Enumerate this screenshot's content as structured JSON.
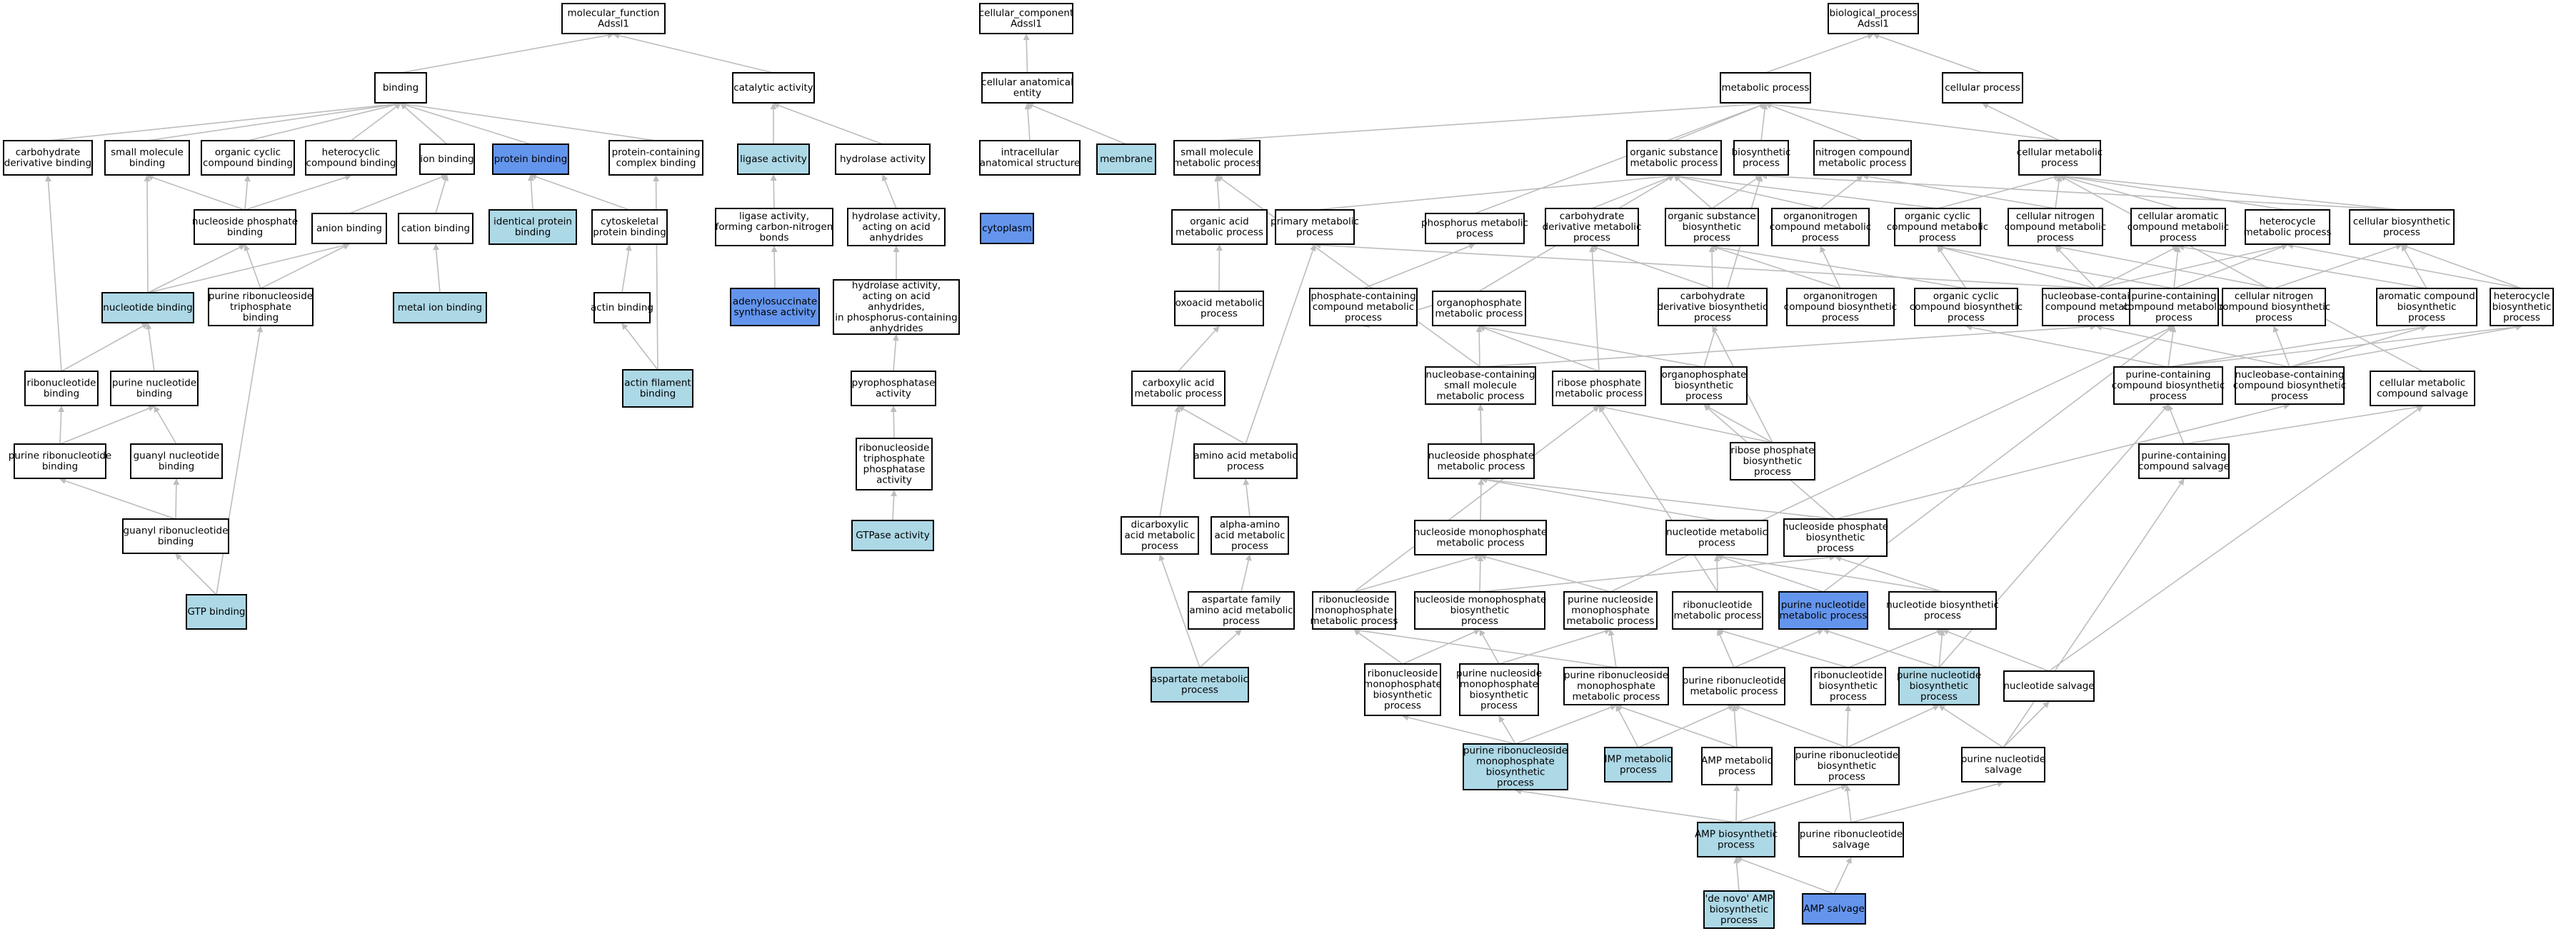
{
  "colors": {
    "plain": "#ffffff",
    "light": "#add8e6",
    "dark": "#6495ed",
    "edge": "#bdbdbd",
    "special_edge": "#0000cd"
  },
  "nodes": [
    {
      "id": "mf",
      "lines": [
        "molecular_function",
        "Adssl1"
      ],
      "fill": "plain"
    },
    {
      "id": "cc",
      "lines": [
        "cellular_component",
        "Adssl1"
      ],
      "fill": "plain"
    },
    {
      "id": "bp",
      "lines": [
        "biological_process",
        "Adssl1"
      ],
      "fill": "plain"
    },
    {
      "id": "binding",
      "lines": [
        "binding"
      ],
      "fill": "plain"
    },
    {
      "id": "catalytic",
      "lines": [
        "catalytic activity"
      ],
      "fill": "plain"
    },
    {
      "id": "cae",
      "lines": [
        "cellular anatomical",
        "entity"
      ],
      "fill": "plain"
    },
    {
      "id": "metab",
      "lines": [
        "metabolic process"
      ],
      "fill": "plain"
    },
    {
      "id": "cellproc",
      "lines": [
        "cellular process"
      ],
      "fill": "plain"
    },
    {
      "id": "carbderivbind",
      "lines": [
        "carbohydrate",
        "derivative binding"
      ],
      "fill": "plain"
    },
    {
      "id": "smallmolbind",
      "lines": [
        "small molecule",
        "binding"
      ],
      "fill": "plain"
    },
    {
      "id": "orgcycbind",
      "lines": [
        "organic cyclic",
        "compound binding"
      ],
      "fill": "plain"
    },
    {
      "id": "hetbind",
      "lines": [
        "heterocyclic",
        "compound binding"
      ],
      "fill": "plain"
    },
    {
      "id": "ionbind",
      "lines": [
        "ion binding"
      ],
      "fill": "plain"
    },
    {
      "id": "protbind",
      "lines": [
        "protein binding"
      ],
      "fill": "dark"
    },
    {
      "id": "pccbind",
      "lines": [
        "protein-containing",
        "complex binding"
      ],
      "fill": "plain"
    },
    {
      "id": "ligase",
      "lines": [
        "ligase activity"
      ],
      "fill": "light"
    },
    {
      "id": "hydrolase",
      "lines": [
        "hydrolase activity"
      ],
      "fill": "plain"
    },
    {
      "id": "intracell",
      "lines": [
        "intracellular",
        "anatomical structure"
      ],
      "fill": "plain"
    },
    {
      "id": "membrane",
      "lines": [
        "membrane"
      ],
      "fill": "light"
    },
    {
      "id": "smallmolmet",
      "lines": [
        "small molecule",
        "metabolic process"
      ],
      "fill": "plain"
    },
    {
      "id": "orgsubmet",
      "lines": [
        "organic substance",
        "metabolic process"
      ],
      "fill": "plain"
    },
    {
      "id": "biosyn",
      "lines": [
        "biosynthetic",
        "process"
      ],
      "fill": "plain"
    },
    {
      "id": "nitromet",
      "lines": [
        "nitrogen compound",
        "metabolic process"
      ],
      "fill": "plain"
    },
    {
      "id": "cellmet",
      "lines": [
        "cellular metabolic",
        "process"
      ],
      "fill": "plain"
    },
    {
      "id": "nucphosbind",
      "lines": [
        "nucleoside phosphate",
        "binding"
      ],
      "fill": "plain"
    },
    {
      "id": "anionbind",
      "lines": [
        "anion binding"
      ],
      "fill": "plain"
    },
    {
      "id": "cationbind",
      "lines": [
        "cation binding"
      ],
      "fill": "plain"
    },
    {
      "id": "identprot",
      "lines": [
        "identical protein",
        "binding"
      ],
      "fill": "light"
    },
    {
      "id": "cytoskbind",
      "lines": [
        "cytoskeletal",
        "protein binding"
      ],
      "fill": "plain"
    },
    {
      "id": "ligaseCN",
      "lines": [
        "ligase activity,",
        "forming carbon-nitrogen",
        "bonds"
      ],
      "fill": "plain"
    },
    {
      "id": "hydroacid",
      "lines": [
        "hydrolase activity,",
        "acting on acid",
        "anhydrides"
      ],
      "fill": "plain"
    },
    {
      "id": "cytoplasm",
      "lines": [
        "cytoplasm"
      ],
      "fill": "dark"
    },
    {
      "id": "orgacidmet",
      "lines": [
        "organic acid",
        "metabolic process"
      ],
      "fill": "plain"
    },
    {
      "id": "primmet",
      "lines": [
        "primary metabolic",
        "process"
      ],
      "fill": "plain"
    },
    {
      "id": "phosphmet",
      "lines": [
        "phosphorus metabolic",
        "process"
      ],
      "fill": "plain"
    },
    {
      "id": "carbderivmet",
      "lines": [
        "carbohydrate",
        "derivative metabolic",
        "process"
      ],
      "fill": "plain"
    },
    {
      "id": "orgsubbio",
      "lines": [
        "organic substance",
        "biosynthetic",
        "process"
      ],
      "fill": "plain"
    },
    {
      "id": "orgnitmet",
      "lines": [
        "organonitrogen",
        "compound metabolic",
        "process"
      ],
      "fill": "plain"
    },
    {
      "id": "orgcycmet",
      "lines": [
        "organic cyclic",
        "compound metabolic",
        "process"
      ],
      "fill": "plain"
    },
    {
      "id": "cellnitmet",
      "lines": [
        "cellular nitrogen",
        "compound metabolic",
        "process"
      ],
      "fill": "plain"
    },
    {
      "id": "cellaromet",
      "lines": [
        "cellular aromatic",
        "compound metabolic",
        "process"
      ],
      "fill": "plain"
    },
    {
      "id": "hetcycmet",
      "lines": [
        "heterocycle",
        "metabolic process"
      ],
      "fill": "plain"
    },
    {
      "id": "cellbiosyn",
      "lines": [
        "cellular biosynthetic",
        "process"
      ],
      "fill": "plain"
    },
    {
      "id": "nucbind",
      "lines": [
        "nucleotide binding"
      ],
      "fill": "light"
    },
    {
      "id": "purribtribind",
      "lines": [
        "purine ribonucleoside",
        "triphosphate",
        "binding"
      ],
      "fill": "plain"
    },
    {
      "id": "metalion",
      "lines": [
        "metal ion binding"
      ],
      "fill": "light"
    },
    {
      "id": "actinbind",
      "lines": [
        "actin binding"
      ],
      "fill": "plain"
    },
    {
      "id": "adss",
      "lines": [
        "adenylosuccinate",
        "synthase activity"
      ],
      "fill": "dark"
    },
    {
      "id": "hydroacidP",
      "lines": [
        "hydrolase activity,",
        "acting on acid",
        "anhydrides,",
        "in phosphorus-containing",
        "anhydrides"
      ],
      "fill": "plain"
    },
    {
      "id": "oxoacid",
      "lines": [
        "oxoacid metabolic",
        "process"
      ],
      "fill": "plain"
    },
    {
      "id": "phoscontmet",
      "lines": [
        "phosphate-containing",
        "compound metabolic",
        "process"
      ],
      "fill": "plain"
    },
    {
      "id": "orgphosmet",
      "lines": [
        "organophosphate",
        "metabolic process"
      ],
      "fill": "plain"
    },
    {
      "id": "carbderivbio",
      "lines": [
        "carbohydrate",
        "derivative biosynthetic",
        "process"
      ],
      "fill": "plain"
    },
    {
      "id": "orgnitbio",
      "lines": [
        "organonitrogen",
        "compound biosynthetic",
        "process"
      ],
      "fill": "plain"
    },
    {
      "id": "orgcycbio",
      "lines": [
        "organic cyclic",
        "compound biosynthetic",
        "process"
      ],
      "fill": "plain"
    },
    {
      "id": "nucbasemet",
      "lines": [
        "nucleobase-containing",
        "compound metabolic",
        "process"
      ],
      "fill": "plain"
    },
    {
      "id": "purcontmet",
      "lines": [
        "purine-containing",
        "compound metabolic",
        "process"
      ],
      "fill": "plain"
    },
    {
      "id": "cellnitbio",
      "lines": [
        "cellular nitrogen",
        "compound biosynthetic",
        "process"
      ],
      "fill": "plain"
    },
    {
      "id": "arombio",
      "lines": [
        "aromatic compound",
        "biosynthetic",
        "process"
      ],
      "fill": "plain"
    },
    {
      "id": "hetcycbio",
      "lines": [
        "heterocycle",
        "biosynthetic",
        "process"
      ],
      "fill": "plain"
    },
    {
      "id": "ribbind",
      "lines": [
        "ribonucleotide",
        "binding"
      ],
      "fill": "plain"
    },
    {
      "id": "purnucbind",
      "lines": [
        "purine nucleotide",
        "binding"
      ],
      "fill": "plain"
    },
    {
      "id": "actinfil",
      "lines": [
        "actin filament",
        "binding"
      ],
      "fill": "light"
    },
    {
      "id": "pyrophos",
      "lines": [
        "pyrophosphatase",
        "activity"
      ],
      "fill": "plain"
    },
    {
      "id": "carboxmet",
      "lines": [
        "carboxylic acid",
        "metabolic process"
      ],
      "fill": "plain"
    },
    {
      "id": "nucbasesmall",
      "lines": [
        "nucleobase-containing",
        "small molecule",
        "metabolic process"
      ],
      "fill": "plain"
    },
    {
      "id": "ribphosmet",
      "lines": [
        "ribose phosphate",
        "metabolic process"
      ],
      "fill": "plain"
    },
    {
      "id": "orgphosbio",
      "lines": [
        "organophosphate",
        "biosynthetic",
        "process"
      ],
      "fill": "plain"
    },
    {
      "id": "purcontbio",
      "lines": [
        "purine-containing",
        "compound biosynthetic",
        "process"
      ],
      "fill": "plain"
    },
    {
      "id": "nucbasebio",
      "lines": [
        "nucleobase-containing",
        "compound biosynthetic",
        "process"
      ],
      "fill": "plain"
    },
    {
      "id": "cellmetsalv",
      "lines": [
        "cellular metabolic",
        "compound salvage"
      ],
      "fill": "plain"
    },
    {
      "id": "purribbind",
      "lines": [
        "purine ribonucleotide",
        "binding"
      ],
      "fill": "plain"
    },
    {
      "id": "guanylbind",
      "lines": [
        "guanyl nucleotide",
        "binding"
      ],
      "fill": "plain"
    },
    {
      "id": "ribtriphos",
      "lines": [
        "ribonucleoside",
        "triphosphate",
        "phosphatase",
        "activity"
      ],
      "fill": "plain"
    },
    {
      "id": "aminomet",
      "lines": [
        "amino acid metabolic",
        "process"
      ],
      "fill": "plain"
    },
    {
      "id": "nucphosmet",
      "lines": [
        "nucleoside phosphate",
        "metabolic process"
      ],
      "fill": "plain"
    },
    {
      "id": "ribphosbio",
      "lines": [
        "ribose phosphate",
        "biosynthetic",
        "process"
      ],
      "fill": "plain"
    },
    {
      "id": "purcontsalv",
      "lines": [
        "purine-containing",
        "compound salvage"
      ],
      "fill": "plain"
    },
    {
      "id": "guanylribbind",
      "lines": [
        "guanyl ribonucleotide",
        "binding"
      ],
      "fill": "plain"
    },
    {
      "id": "gtpase",
      "lines": [
        "GTPase activity"
      ],
      "fill": "light"
    },
    {
      "id": "dicarbox",
      "lines": [
        "dicarboxylic",
        "acid metabolic",
        "process"
      ],
      "fill": "plain"
    },
    {
      "id": "alphaamino",
      "lines": [
        "alpha-amino",
        "acid metabolic",
        "process"
      ],
      "fill": "plain"
    },
    {
      "id": "nucmonomet",
      "lines": [
        "nucleoside monophosphate",
        "metabolic process"
      ],
      "fill": "plain"
    },
    {
      "id": "nucmet",
      "lines": [
        "nucleotide metabolic",
        "process"
      ],
      "fill": "plain"
    },
    {
      "id": "nucphosbio",
      "lines": [
        "nucleoside phosphate",
        "biosynthetic",
        "process"
      ],
      "fill": "plain"
    },
    {
      "id": "gtpbind",
      "lines": [
        "GTP binding"
      ],
      "fill": "light"
    },
    {
      "id": "aspfam",
      "lines": [
        "aspartate family",
        "amino acid metabolic",
        "process"
      ],
      "fill": "plain"
    },
    {
      "id": "ribmonomet",
      "lines": [
        "ribonucleoside",
        "monophosphate",
        "metabolic process"
      ],
      "fill": "plain"
    },
    {
      "id": "nucmonobio",
      "lines": [
        "nucleoside monophosphate",
        "biosynthetic",
        "process"
      ],
      "fill": "plain"
    },
    {
      "id": "purnucmonomet",
      "lines": [
        "purine nucleoside",
        "monophosphate",
        "metabolic process"
      ],
      "fill": "plain"
    },
    {
      "id": "ribnucmet",
      "lines": [
        "ribonucleotide",
        "metabolic process"
      ],
      "fill": "plain"
    },
    {
      "id": "purnucmet",
      "lines": [
        "purine nucleotide",
        "metabolic process"
      ],
      "fill": "dark"
    },
    {
      "id": "nucbio",
      "lines": [
        "nucleotide biosynthetic",
        "process"
      ],
      "fill": "plain"
    },
    {
      "id": "aspmet",
      "lines": [
        "aspartate metabolic",
        "process"
      ],
      "fill": "light"
    },
    {
      "id": "ribmonobio",
      "lines": [
        "ribonucleoside",
        "monophosphate",
        "biosynthetic",
        "process"
      ],
      "fill": "plain"
    },
    {
      "id": "purnucmonobio",
      "lines": [
        "purine nucleoside",
        "monophosphate",
        "biosynthetic",
        "process"
      ],
      "fill": "plain"
    },
    {
      "id": "purribmonomet",
      "lines": [
        "purine ribonucleoside",
        "monophosphate",
        "metabolic process"
      ],
      "fill": "plain"
    },
    {
      "id": "purribnucmet",
      "lines": [
        "purine ribonucleotide",
        "metabolic process"
      ],
      "fill": "plain"
    },
    {
      "id": "ribnucbio",
      "lines": [
        "ribonucleotide",
        "biosynthetic",
        "process"
      ],
      "fill": "plain"
    },
    {
      "id": "purnucbio",
      "lines": [
        "purine nucleotide",
        "biosynthetic",
        "process"
      ],
      "fill": "light"
    },
    {
      "id": "nucsalv",
      "lines": [
        "nucleotide salvage"
      ],
      "fill": "plain"
    },
    {
      "id": "purribmonobio",
      "lines": [
        "purine ribonucleoside",
        "monophosphate",
        "biosynthetic",
        "process"
      ],
      "fill": "light"
    },
    {
      "id": "imp",
      "lines": [
        "IMP metabolic",
        "process"
      ],
      "fill": "light"
    },
    {
      "id": "ampmet",
      "lines": [
        "AMP metabolic",
        "process"
      ],
      "fill": "plain"
    },
    {
      "id": "purribnucbio",
      "lines": [
        "purine ribonucleotide",
        "biosynthetic",
        "process"
      ],
      "fill": "plain"
    },
    {
      "id": "purnucsalv",
      "lines": [
        "purine nucleotide",
        "salvage"
      ],
      "fill": "plain"
    },
    {
      "id": "ampbio",
      "lines": [
        "AMP biosynthetic",
        "process"
      ],
      "fill": "light"
    },
    {
      "id": "purribnucsalv",
      "lines": [
        "purine ribonucleotide",
        "salvage"
      ],
      "fill": "plain"
    },
    {
      "id": "denovo",
      "lines": [
        "'de novo' AMP",
        "biosynthetic",
        "process"
      ],
      "fill": "light"
    },
    {
      "id": "ampsalv",
      "lines": [
        "AMP salvage"
      ],
      "fill": "dark"
    }
  ]
}
